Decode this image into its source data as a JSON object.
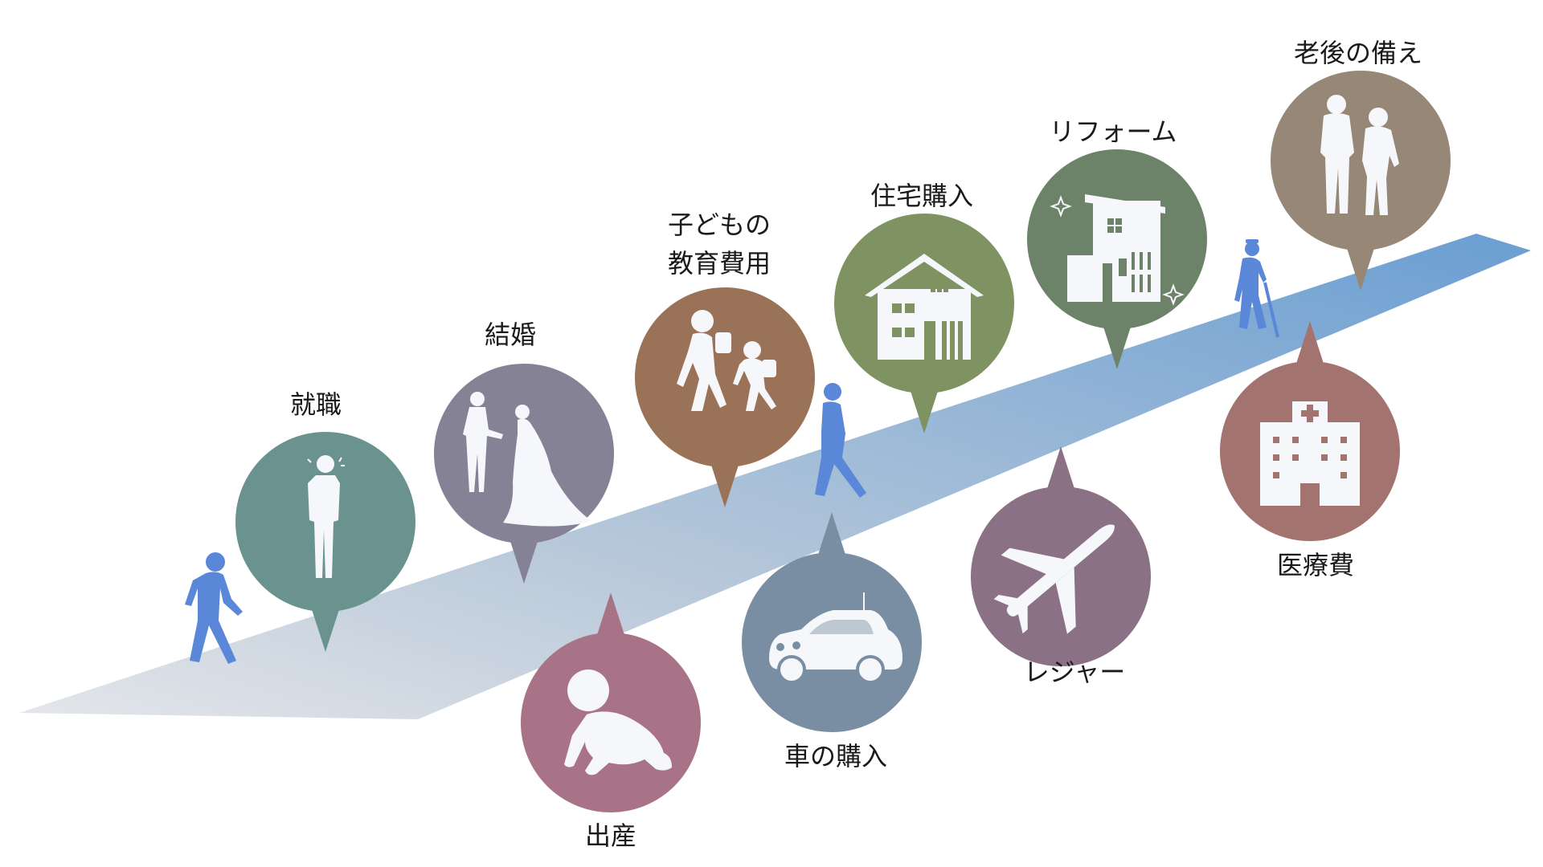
{
  "stages": [
    {
      "id": "employment",
      "label": [
        "就職"
      ],
      "color": "#6a9390",
      "icon": "businessman-icon"
    },
    {
      "id": "marriage",
      "label": [
        "結婚"
      ],
      "color": "#868296",
      "icon": "wedding-couple-icon"
    },
    {
      "id": "childbirth",
      "label": [
        "出産"
      ],
      "color": "#a87386",
      "icon": "crawling-baby-icon"
    },
    {
      "id": "education",
      "label": [
        "子どもの",
        "教育費用"
      ],
      "color": "#9a7258",
      "icon": "schoolchildren-icon"
    },
    {
      "id": "car",
      "label": [
        "車の購入"
      ],
      "color": "#7a8ea3",
      "icon": "car-icon"
    },
    {
      "id": "house",
      "label": [
        "住宅購入"
      ],
      "color": "#7f9262",
      "icon": "house-icon"
    },
    {
      "id": "leisure",
      "label": [
        "レジャー"
      ],
      "color": "#8b7186",
      "icon": "airplane-icon"
    },
    {
      "id": "reform",
      "label": [
        "リフォーム"
      ],
      "color": "#6c836a",
      "icon": "renovated-house-icon"
    },
    {
      "id": "medical",
      "label": [
        "医療費"
      ],
      "color": "#a3736f",
      "icon": "hospital-icon"
    },
    {
      "id": "retirement",
      "label": [
        "老後の備え"
      ],
      "color": "#978776",
      "icon": "elderly-couple-icon"
    }
  ],
  "colors": {
    "road_start": "#dfe3e8",
    "road_end": "#6ea0d0",
    "walker": "#5a87d8",
    "icon_fill": "#f6f7fa"
  }
}
